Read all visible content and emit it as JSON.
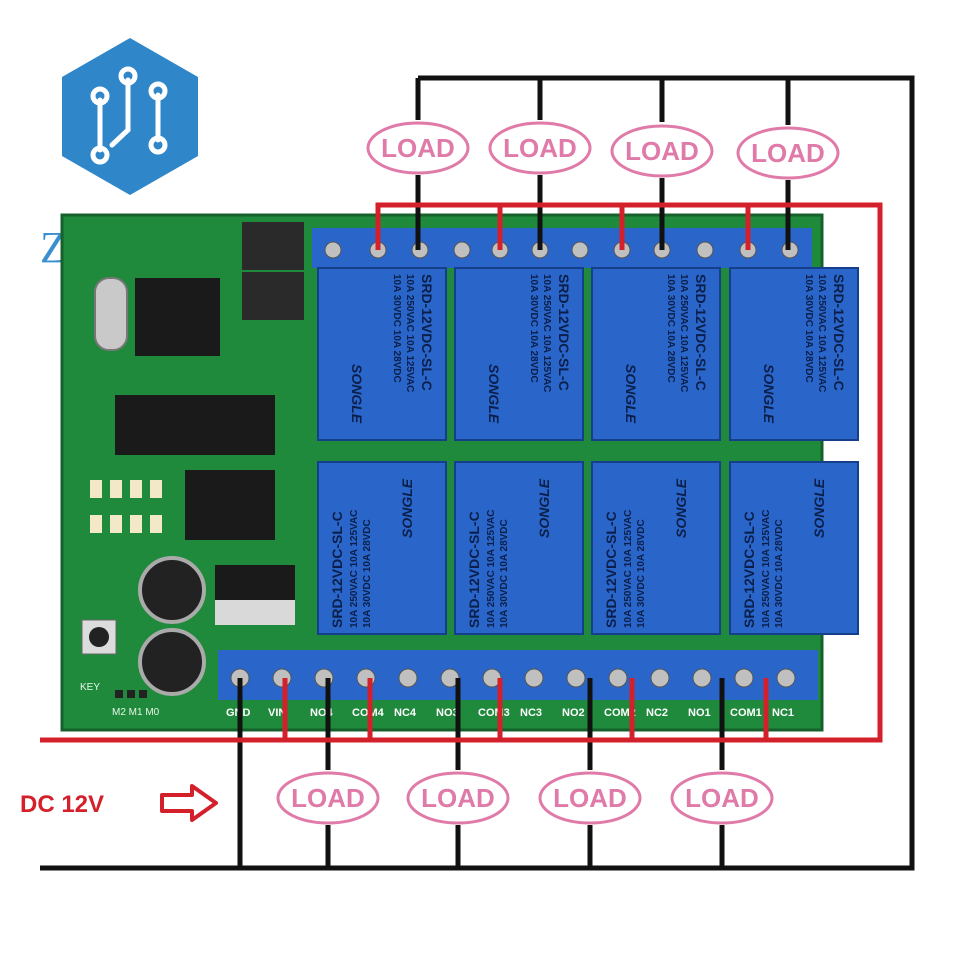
{
  "logo": {
    "text": "ZYXH",
    "color": "#2f86c8"
  },
  "loads": {
    "label": "LOAD",
    "top": [
      "LOAD",
      "LOAD",
      "LOAD",
      "LOAD"
    ],
    "bottom": [
      "LOAD",
      "LOAD",
      "LOAD",
      "LOAD"
    ],
    "color": "#e07aa8"
  },
  "power": {
    "label": "DC 12V",
    "arrow": "right-arrow-icon",
    "color": "#d4202a"
  },
  "board": {
    "pcb_color": "#1f8a3c",
    "relay_color": "#2a66c9",
    "relay": {
      "model": "SRD-12VDC-SL-C",
      "brand": "SONGLE",
      "rating1": "10A 250VAC 10A 125VAC",
      "rating2": "10A 30VDC 10A 28VDC"
    },
    "terminals_bottom": [
      "GND",
      "VIN",
      "NO4",
      "COM4",
      "NC4",
      "NO3",
      "COM3",
      "NC3",
      "NO2",
      "COM2",
      "NC2",
      "NO1",
      "COM1",
      "NC1"
    ],
    "key_label": "KEY",
    "mode_labels": "M2 M1 M0"
  },
  "wires": {
    "positive": "#d4202a",
    "negative": "#111111"
  }
}
